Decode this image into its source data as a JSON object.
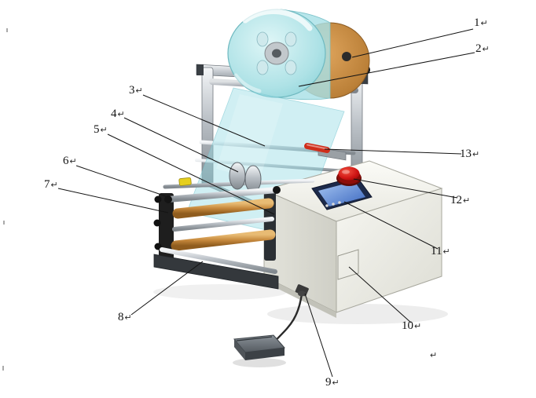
{
  "figure": {
    "description": "Isometric technical illustration of a labeling machine with numbered part callouts",
    "callouts": [
      {
        "num": "1",
        "mark": "↵"
      },
      {
        "num": "2",
        "mark": "↵"
      },
      {
        "num": "3",
        "mark": "↵"
      },
      {
        "num": "4",
        "mark": "↵"
      },
      {
        "num": "5",
        "mark": "↵"
      },
      {
        "num": "6",
        "mark": "↵"
      },
      {
        "num": "7",
        "mark": "↵"
      },
      {
        "num": "8",
        "mark": "↵"
      },
      {
        "num": "9",
        "mark": "↵"
      },
      {
        "num": "10",
        "mark": "↵"
      },
      {
        "num": "11",
        "mark": "↵"
      },
      {
        "num": "12",
        "mark": "↵"
      },
      {
        "num": "13",
        "mark": "↵"
      }
    ],
    "stray_mark": "↵",
    "colors": {
      "film_roll": "#a9e2e6",
      "roll_core": "#c98c47",
      "machine_body": "#f3f3ee",
      "screen_blue": "#4d7fd6",
      "emergency_button": "#cf1414",
      "roller_tan": "#d8a868",
      "handle_red": "#cf2d1a",
      "frame_gray": "#b9bec3"
    }
  }
}
